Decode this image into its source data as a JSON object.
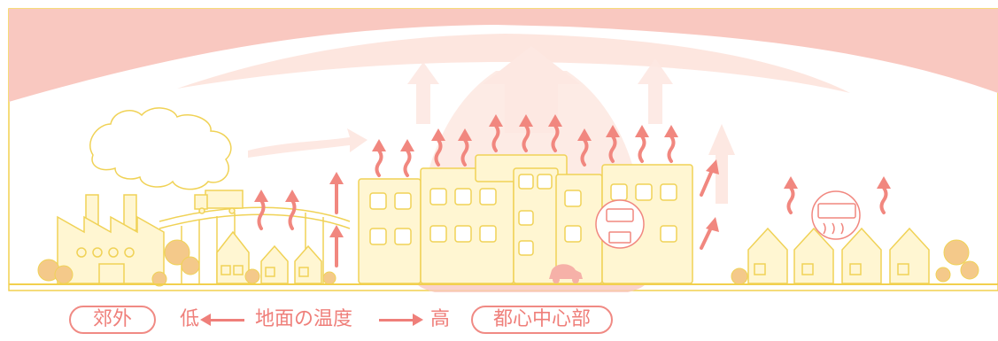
{
  "legend": {
    "suburb": "郊外",
    "low": "低",
    "temperature": "地面の温度",
    "high": "高",
    "city_center": "都心中心部"
  },
  "colors": {
    "dome": "#f9c8c0",
    "arrow": "#f1877f",
    "building_fill": "#fff6d2",
    "building_stroke": "#f0d256",
    "tree": "#f4c98a",
    "ground": "#f2d04e",
    "label": "#ef7f7a"
  }
}
